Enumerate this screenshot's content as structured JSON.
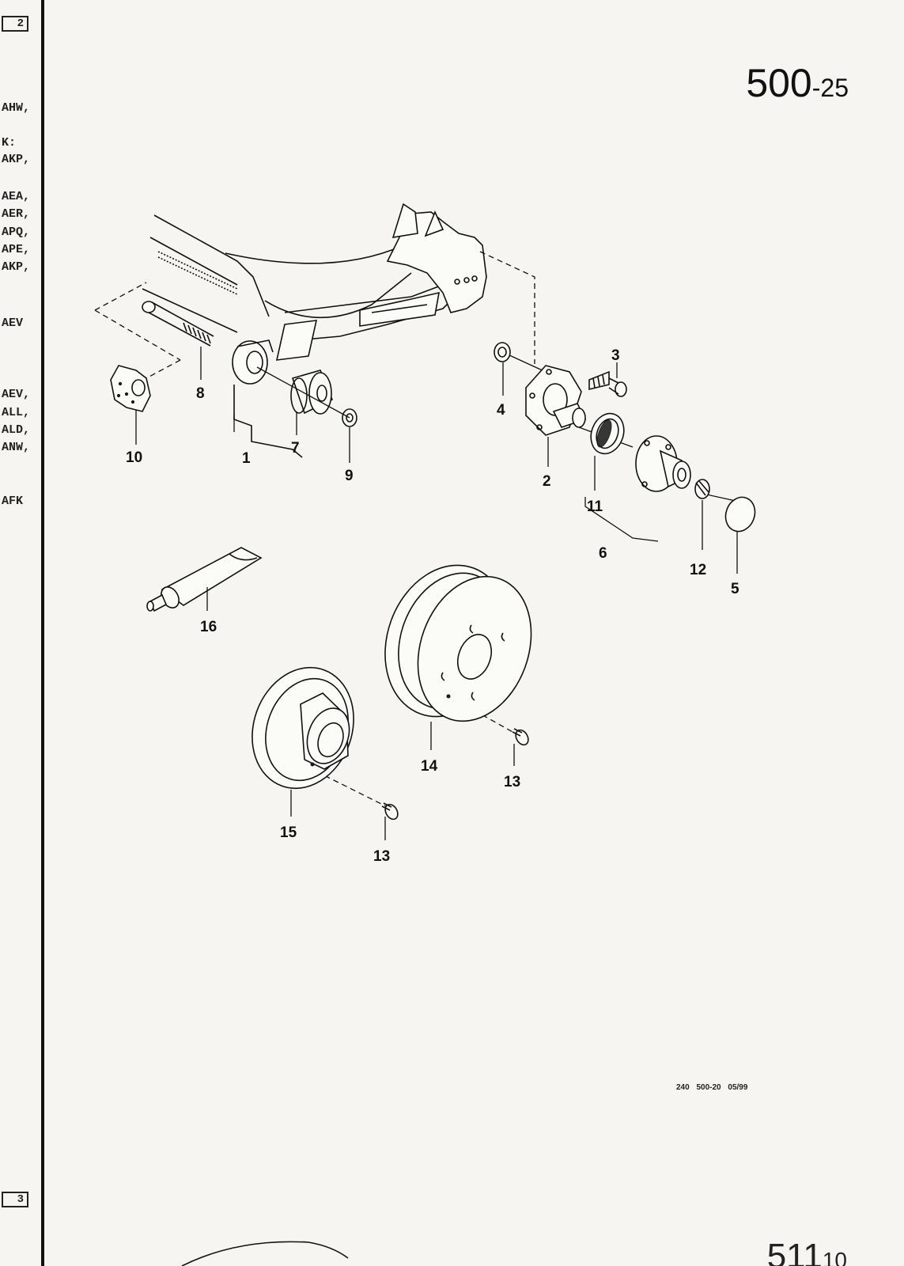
{
  "page": {
    "number_main": "500",
    "number_sub": "-25",
    "bottom_number_main": "511",
    "bottom_number_sub": "10",
    "reference_code": "240 500-20 05/99"
  },
  "left_strip": {
    "box_top": "2",
    "box_bottom": "3",
    "codes": [
      "AHW,",
      "K:",
      "AKP,",
      "AEA,",
      "AER,",
      "APQ,",
      "APE,",
      "AKP,",
      "AEV",
      "AEV,",
      "ALL,",
      "ALD,",
      "ANW,",
      "AFK"
    ]
  },
  "callouts": {
    "c1": "1",
    "c2": "2",
    "c3": "3",
    "c4": "4",
    "c5": "5",
    "c6": "6",
    "c7": "7",
    "c8": "8",
    "c9": "9",
    "c10": "10",
    "c11": "11",
    "c12": "12",
    "c13a": "13",
    "c13b": "13",
    "c14": "14",
    "c15": "15",
    "c16": "16"
  }
}
